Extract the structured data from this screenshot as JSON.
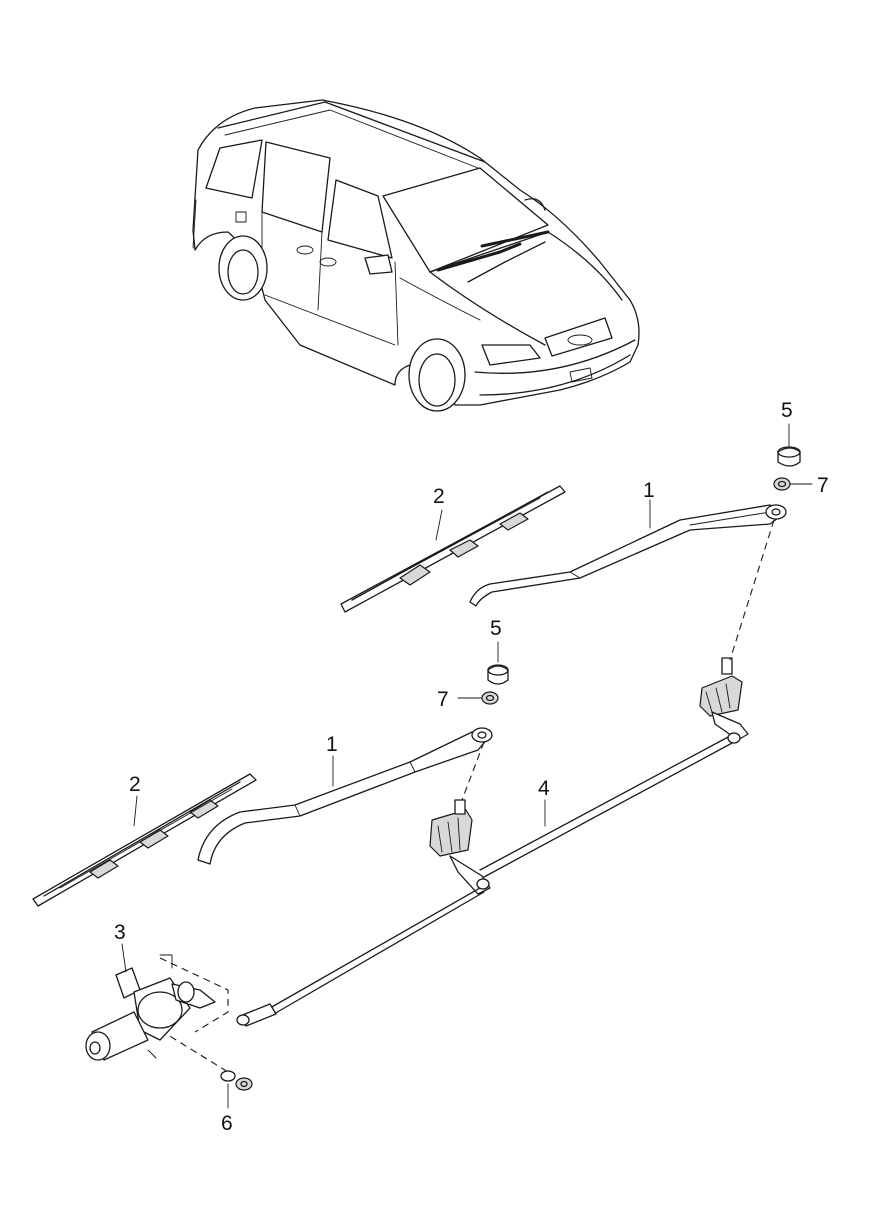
{
  "callouts": [
    {
      "id": "c5a",
      "label": "5"
    },
    {
      "id": "c7a",
      "label": "7"
    },
    {
      "id": "c2a",
      "label": "2"
    },
    {
      "id": "c1a",
      "label": "1"
    },
    {
      "id": "c5b",
      "label": "5"
    },
    {
      "id": "c7b",
      "label": "7"
    },
    {
      "id": "c1b",
      "label": "1"
    },
    {
      "id": "c2b",
      "label": "2"
    },
    {
      "id": "c4",
      "label": "4"
    },
    {
      "id": "c3",
      "label": "3"
    },
    {
      "id": "c6",
      "label": "6"
    }
  ]
}
